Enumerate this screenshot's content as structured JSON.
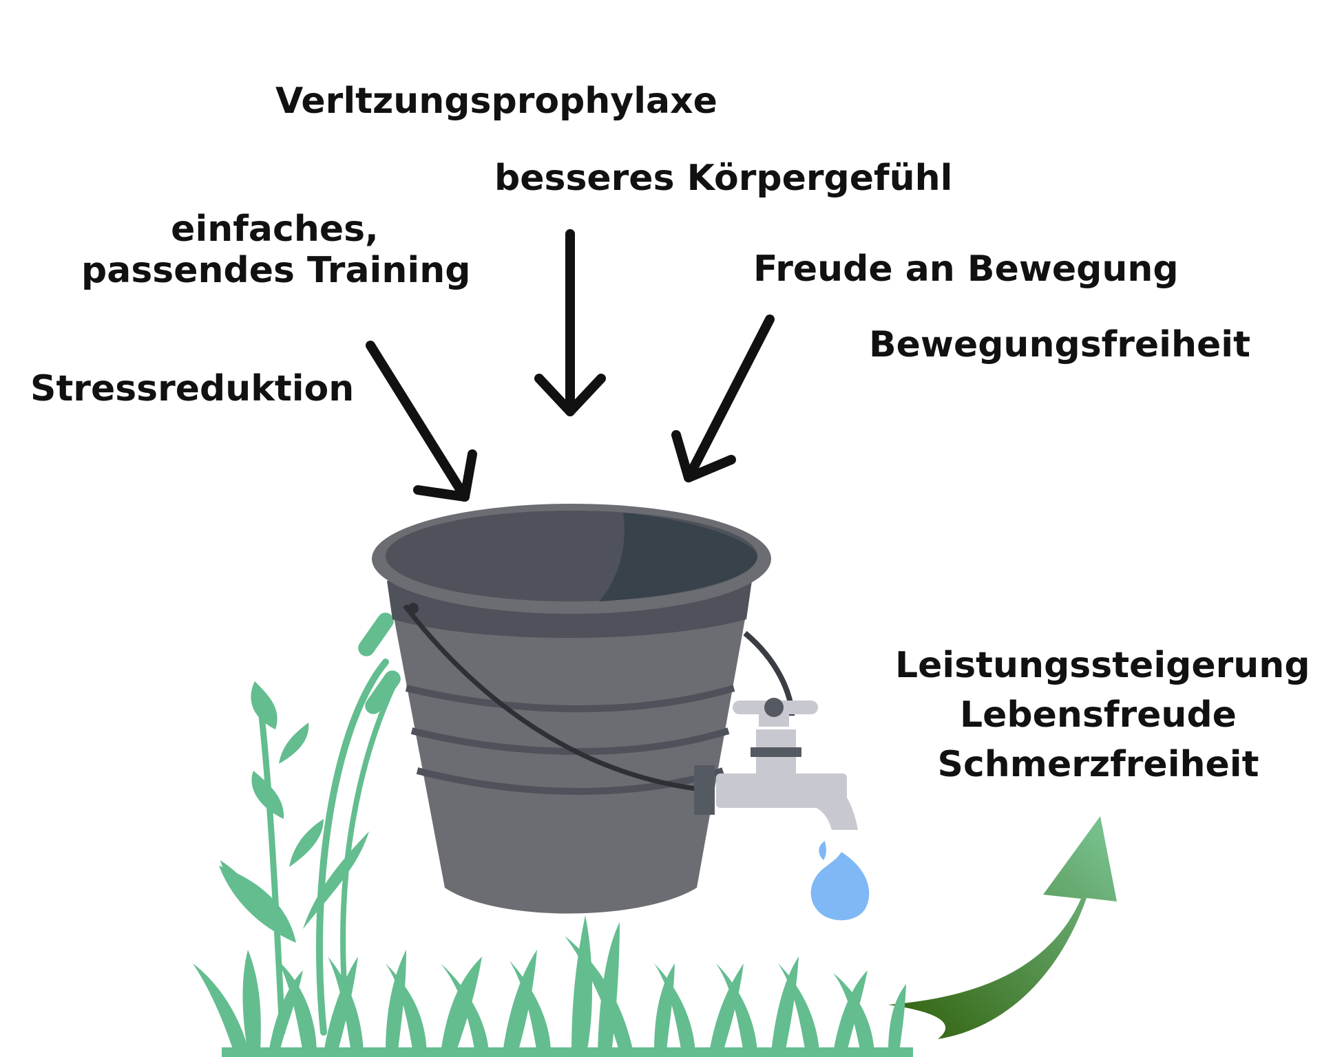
{
  "labels": {
    "injury_prevention": "Verltzungsprophylaxe",
    "body_awareness": "besseres Körpergefühl",
    "training_line1": "einfaches,",
    "training_line2": "passendes Training",
    "joy_of_movement": "Freude an Bewegung",
    "freedom_of_movement": "Bewegungsfreiheit",
    "stress_reduction": "Stressreduktion",
    "performance": "Leistungssteigerung",
    "joy_of_life": "Lebensfreude",
    "pain_free": "Schmerzfreiheit"
  },
  "colors": {
    "text": "#111111",
    "arrow_black": "#111111",
    "bucket_body": "#6b6d72",
    "bucket_dark": "#4f525a",
    "bucket_inner_shadow": "#37424a",
    "tap": "#c8c8d0",
    "water": "#7fb8f5",
    "grass": "#63bd8f",
    "arrow_green_light": "#7cc696",
    "arrow_green_dark": "#2f5e08"
  },
  "icons": {
    "bucket": "bucket-icon",
    "tap": "water-tap-icon",
    "drop": "water-drop-icon",
    "grass": "grass-icon",
    "plant": "reed-plant-icon"
  }
}
